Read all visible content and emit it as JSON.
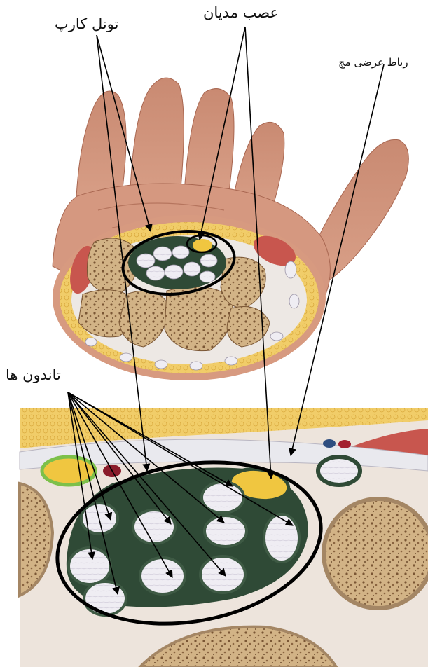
{
  "labels": {
    "carpal_tunnel": "تونل کارپ",
    "median_nerve": "عصب مدیان",
    "transverse_ligament": "رباط عرضی مچ",
    "tendons": "تاندون ها"
  },
  "colors": {
    "skin": "#d79a80",
    "skin_shadow": "#b97560",
    "fat": "#efc65c",
    "bone": "#d6b889",
    "bone_speckle": "#7a5634",
    "sheath": "#2f4a36",
    "tendon": "#ece9f1",
    "muscle": "#c8564e",
    "outline": "#000000"
  },
  "icons": [
    "hand-cross-section-illustration",
    "carpal-tunnel-zoom-illustration"
  ]
}
